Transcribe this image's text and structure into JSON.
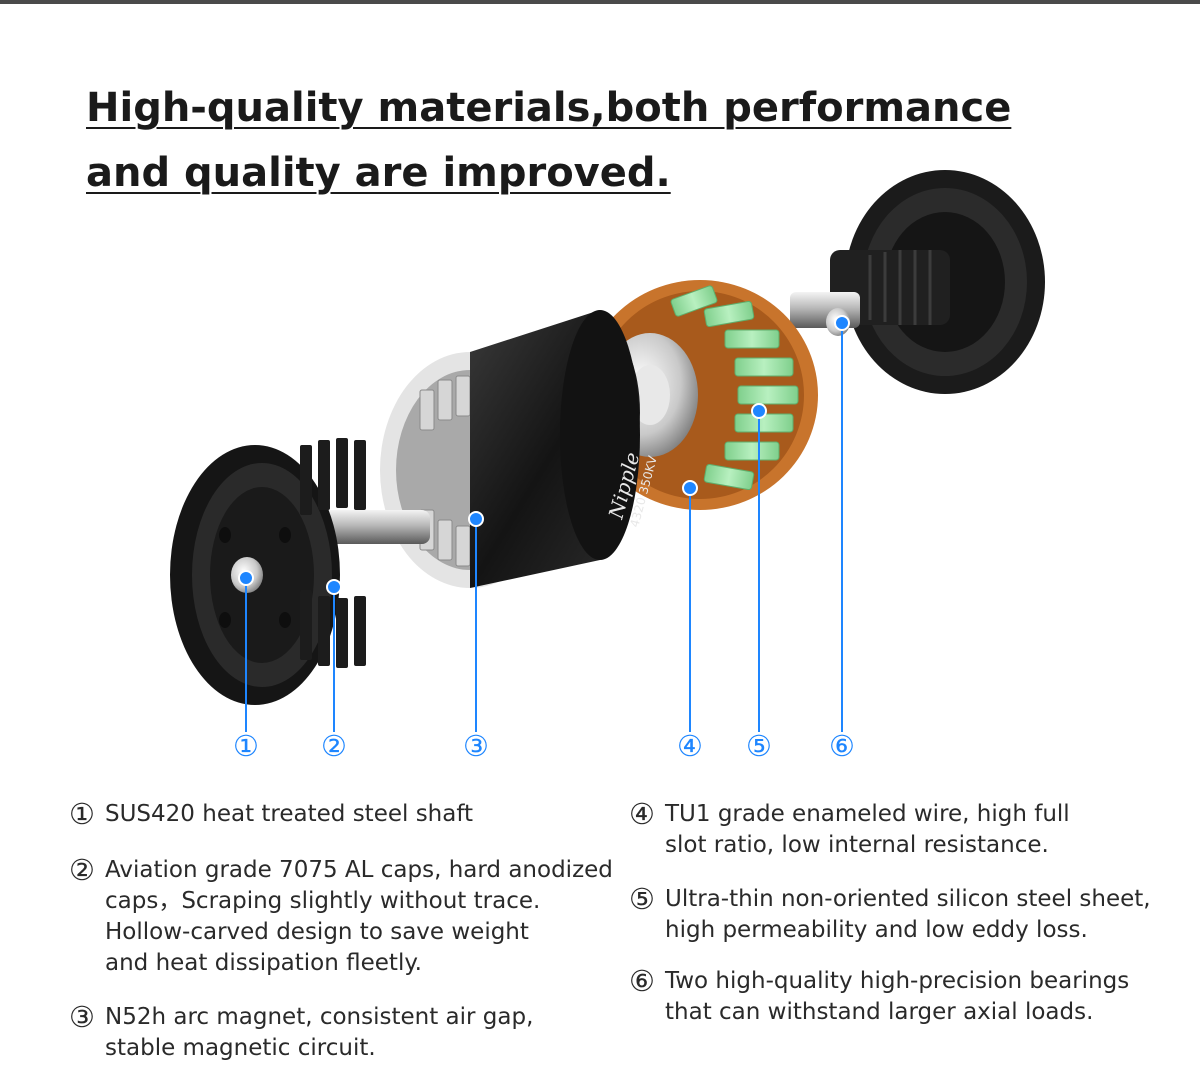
{
  "title_lines": [
    "High-quality materials,both performance ",
    "and quality are improved."
  ],
  "product_marking": {
    "brand": "Nipple",
    "model": "4320 350KV"
  },
  "callouts": [
    "①",
    "②",
    "③",
    "④",
    "⑤",
    "⑥"
  ],
  "colors": {
    "accent": "#1e86ff",
    "text": "#2a2a2a",
    "copper": "#c8742c",
    "stator_green": "#9fe3a8",
    "metal_dark": "#1c1c1c"
  },
  "features": [
    {
      "num": "①",
      "text": "SUS420 heat treated steel shaft"
    },
    {
      "num": "②",
      "text": "Aviation grade 7075 AL caps, hard anodized\ncaps，Scraping slightly without trace.\nHollow-carved design to save weight\nand heat dissipation fleetly."
    },
    {
      "num": "③",
      "text": "N52h arc magnet, consistent air gap,\nstable magnetic circuit."
    },
    {
      "num": "④",
      "text": "TU1 grade enameled wire, high full\nslot ratio, low internal resistance."
    },
    {
      "num": "⑤",
      "text": "Ultra-thin non-oriented silicon steel sheet,\nhigh permeability and low eddy loss."
    },
    {
      "num": "⑥",
      "text": "Two high-quality high-precision bearings\nthat can withstand larger axial loads."
    }
  ]
}
